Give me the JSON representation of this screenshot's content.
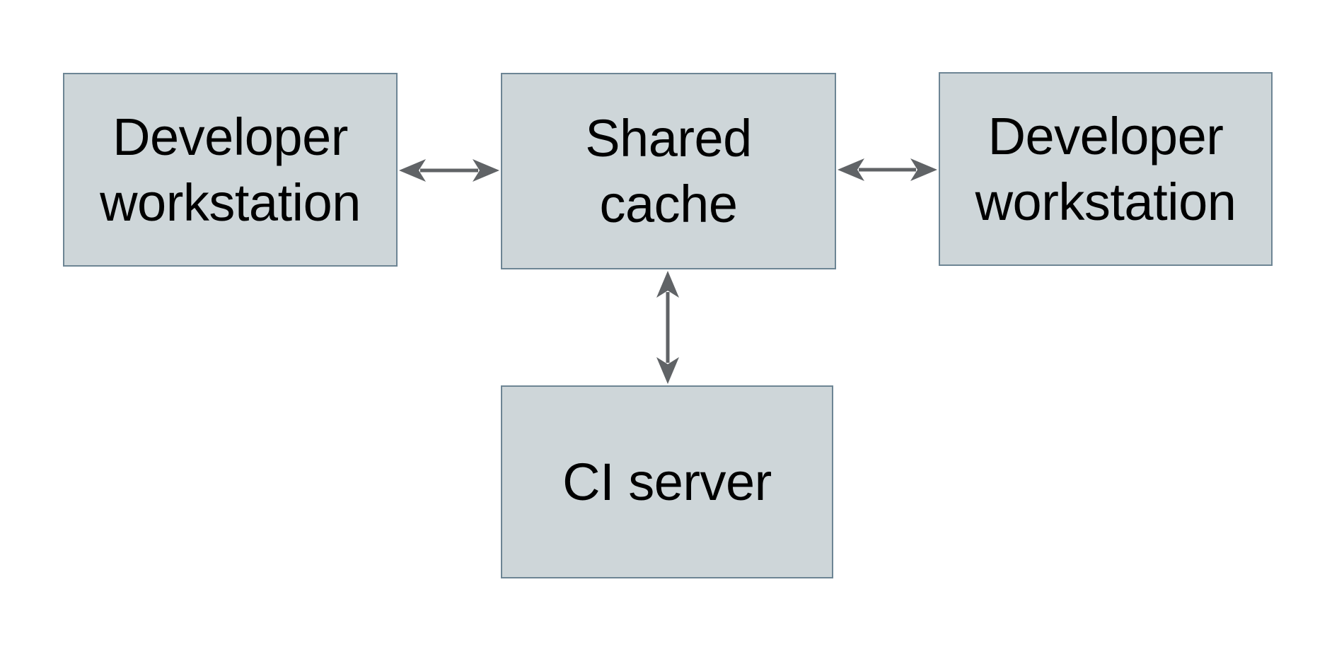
{
  "diagram": {
    "colors": {
      "background": "#ffffff",
      "node_fill": "#ced6d9",
      "node_border": "#6d8594",
      "arrow": "#606366",
      "text": "#000000"
    },
    "nodes": [
      {
        "id": "developer-workstation-left",
        "label": "Developer workstation",
        "line1": "Developer",
        "line2": "workstation"
      },
      {
        "id": "shared-cache",
        "label": "Shared cache",
        "line1": "Shared",
        "line2": "cache"
      },
      {
        "id": "developer-workstation-right",
        "label": "Developer workstation",
        "line1": "Developer",
        "line2": "workstation"
      },
      {
        "id": "ci-server",
        "label": "CI server",
        "line1": "CI server",
        "line2": ""
      }
    ],
    "edges": [
      {
        "from": "developer-workstation-left",
        "to": "shared-cache",
        "style": "bidirectional",
        "orientation": "horizontal"
      },
      {
        "from": "shared-cache",
        "to": "developer-workstation-right",
        "style": "bidirectional",
        "orientation": "horizontal"
      },
      {
        "from": "shared-cache",
        "to": "ci-server",
        "style": "bidirectional",
        "orientation": "vertical"
      }
    ]
  }
}
